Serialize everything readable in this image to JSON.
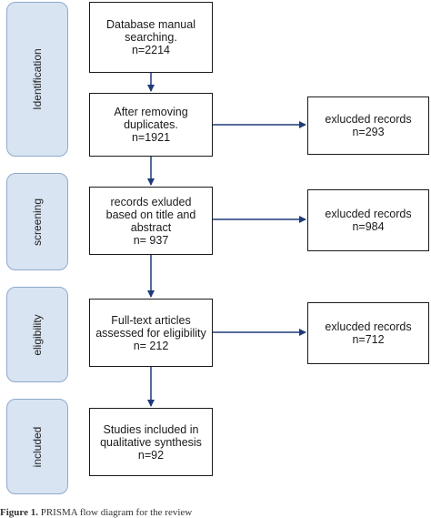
{
  "phases": [
    {
      "id": "identification",
      "label": "Identification"
    },
    {
      "id": "screening",
      "label": "screening"
    },
    {
      "id": "eligibility",
      "label": "eligibility"
    },
    {
      "id": "included",
      "label": "included"
    }
  ],
  "main_boxes": [
    {
      "id": "database-search",
      "text": "Database manual\nsearching.\nn=2214"
    },
    {
      "id": "after-duplicates",
      "text": "After removing\nduplicates.\nn=1921"
    },
    {
      "id": "title-abstract",
      "text": "records exluded\nbased on title and\nabstract\nn= 937"
    },
    {
      "id": "fulltext",
      "text": "Full-text articles\nassessed for eligibility\nn= 212"
    },
    {
      "id": "included-studies",
      "text": "Studies included in\nqualitative synthesis\nn=92"
    }
  ],
  "excluded_boxes": [
    {
      "id": "excluded-1",
      "text": "exlucded records\nn=293"
    },
    {
      "id": "excluded-2",
      "text": "exlucded records\nn=984"
    },
    {
      "id": "excluded-3",
      "text": "exlucded records\nn=712"
    }
  ],
  "caption": {
    "prefix": "Figure 1.",
    "text": " PRISMA flow diagram for the review"
  },
  "colors": {
    "phase_fill": "#d9e4f2",
    "phase_border": "#8fa9cc",
    "arrow": "#1f3a7a"
  }
}
